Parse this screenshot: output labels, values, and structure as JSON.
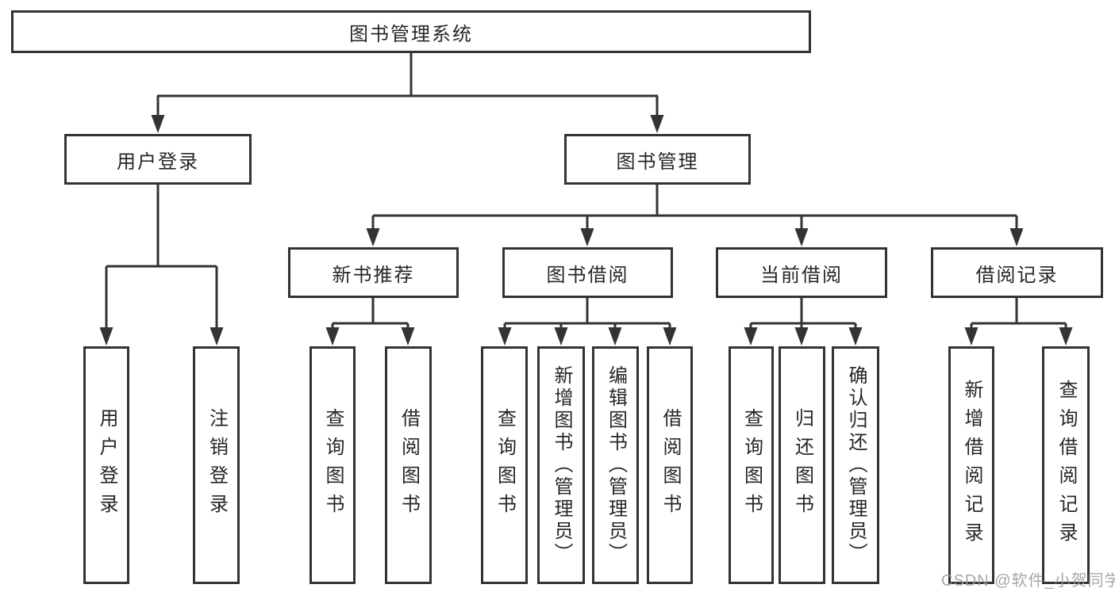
{
  "diagram_title": "图书管理系统",
  "tree": {
    "label": "图书管理系统",
    "children": [
      {
        "label": "用户登录",
        "children": [
          {
            "label": "用户登录"
          },
          {
            "label": "注销登录"
          }
        ]
      },
      {
        "label": "图书管理",
        "children": [
          {
            "label": "新书推荐",
            "children": [
              {
                "label": "查询图书"
              },
              {
                "label": "借阅图书"
              }
            ]
          },
          {
            "label": "图书借阅",
            "children": [
              {
                "label": "查询图书"
              },
              {
                "label": "新增图书（管理员）"
              },
              {
                "label": "编辑图书（管理员）"
              },
              {
                "label": "借阅图书"
              }
            ]
          },
          {
            "label": "当前借阅",
            "children": [
              {
                "label": "查询图书"
              },
              {
                "label": "归还图书"
              },
              {
                "label": "确认归还（管理员）"
              }
            ]
          },
          {
            "label": "借阅记录",
            "children": [
              {
                "label": "新增借阅记录"
              },
              {
                "label": "查询借阅记录"
              }
            ]
          }
        ]
      }
    ]
  },
  "watermark": "CSDN @软件_小贺同学",
  "colors": {
    "line": "#333333",
    "text": "#262626",
    "watermark": "#9b9b9b",
    "background": "#ffffff"
  }
}
